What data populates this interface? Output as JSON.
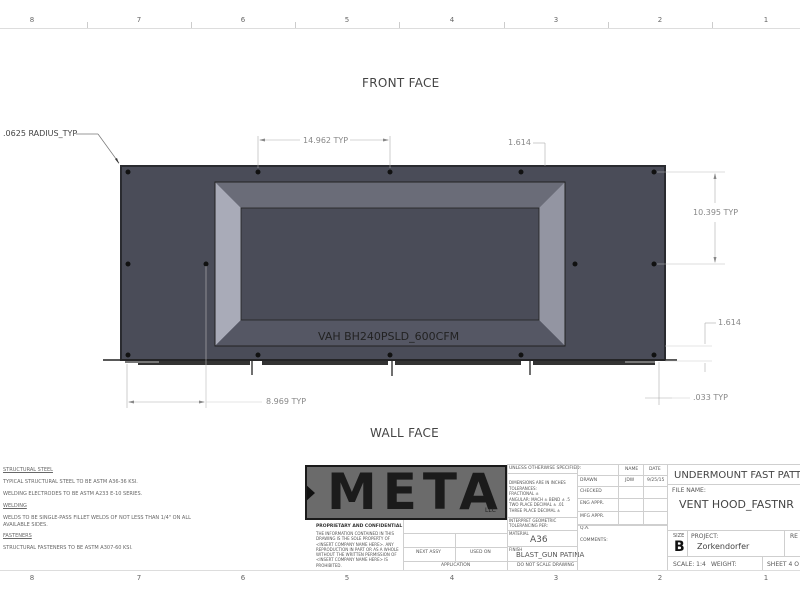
{
  "border": {
    "zones_top": [
      "8",
      "7",
      "6",
      "5",
      "4",
      "3",
      "2",
      "1"
    ],
    "zones_bottom": [
      "8",
      "7",
      "6",
      "5",
      "4",
      "3",
      "2",
      "1"
    ]
  },
  "views": {
    "front_title": "FRONT FACE",
    "wall_title": "WALL FACE",
    "part_label": "VAH BH240PSLD_600CFM"
  },
  "dimensions": {
    "radius": ".0625 RADIUS_TYP",
    "hole_spacing_h": "14.962 TYP",
    "top_offset": "1.614",
    "hole_spacing_v": "10.395 TYP",
    "bottom_offset": "1.614",
    "edge_spacing": "8.969 TYP",
    "flange": ".033 TYP"
  },
  "notes": {
    "structural_steel_heading": "STRUCTURAL STEEL",
    "structural_steel_1": "TYPICAL STRUCTURAL STEEL TO BE ASTM A36-36 KSI.",
    "structural_steel_2": "WELDING ELECTRODES TO BE ASTM A233 E-10 SERIES.",
    "welding_heading": "WELDING",
    "welding_1": "WELDS TO BE SINGLE-PASS FILLET WELDS OF NOT LESS THAN 1/4\" ON ALL",
    "welding_2": "AVAILABLE SIDES.",
    "fasteners_heading": "FASTENERS",
    "fasteners_1": "STRUCTURAL FASTENERS TO BE ASTM A307-60 KSI."
  },
  "logo": {
    "text": "METAL",
    "suffix": "LLC"
  },
  "proprietary": {
    "heading": "PROPRIETARY AND CONFIDENTIAL",
    "lines": [
      "THE INFORMATION CONTAINED IN THIS",
      "DRAWING IS THE SOLE PROPERTY OF",
      "<INSERT COMPANY NAME HERE>. ANY",
      "REPRODUCTION IN PART OR AS A WHOLE",
      "WITHOUT THE WRITTEN PERMISSION OF",
      "<INSERT COMPANY NAME HERE> IS",
      "PROHIBITED."
    ]
  },
  "application": {
    "next_assy": "NEXT ASSY",
    "used_on": "USED ON",
    "label": "APPLICATION"
  },
  "tolerances": {
    "heading": "UNLESS OTHERWISE SPECIFIED:",
    "lines": [
      "DIMENSIONS ARE IN INCHES",
      "TOLERANCES:",
      "FRACTIONAL ±",
      "ANGULAR: MACH ±   BEND ± .5",
      "TWO PLACE DECIMAL   ± .01",
      "THREE PLACE DECIMAL  ±"
    ],
    "geo_1": "INTERPRET GEOMETRIC",
    "geo_2": "TOLERANCING PER:",
    "material_label": "MATERIAL",
    "material_value": "A36",
    "finish_label": "FINISH",
    "finish_value": "BLAST_GUN PATINA",
    "no_scale": "DO NOT SCALE DRAWING"
  },
  "approvals": {
    "name_header": "NAME",
    "date_header": "DATE",
    "rows": [
      {
        "label": "DRAWN",
        "name": "JDW",
        "date": "9/25/15"
      },
      {
        "label": "CHECKED",
        "name": "",
        "date": ""
      },
      {
        "label": "ENG APPR.",
        "name": "",
        "date": ""
      },
      {
        "label": "MFG APPR.",
        "name": "",
        "date": ""
      },
      {
        "label": "Q.A.",
        "name": "",
        "date": ""
      }
    ],
    "comments": "COMMENTS:"
  },
  "title_block": {
    "title": "UNDERMOUNT FAST PATTER",
    "file_name_label": "FILE NAME:",
    "file_name": "VENT HOOD_FASTNR",
    "size_label": "SIZE",
    "size": "B",
    "project_label": "PROJECT:",
    "project": "Zorkendorfer",
    "rev_label": "RE",
    "scale": "SCALE: 1:4",
    "weight": "WEIGHT:",
    "sheet": "SHEET 4 O"
  },
  "colors": {
    "panel": "#4a4c58",
    "panel_edge": "#2a2b30",
    "bevel_top": "#6a6c78",
    "bevel_side": "#a9abb8",
    "hole": "#111111"
  }
}
